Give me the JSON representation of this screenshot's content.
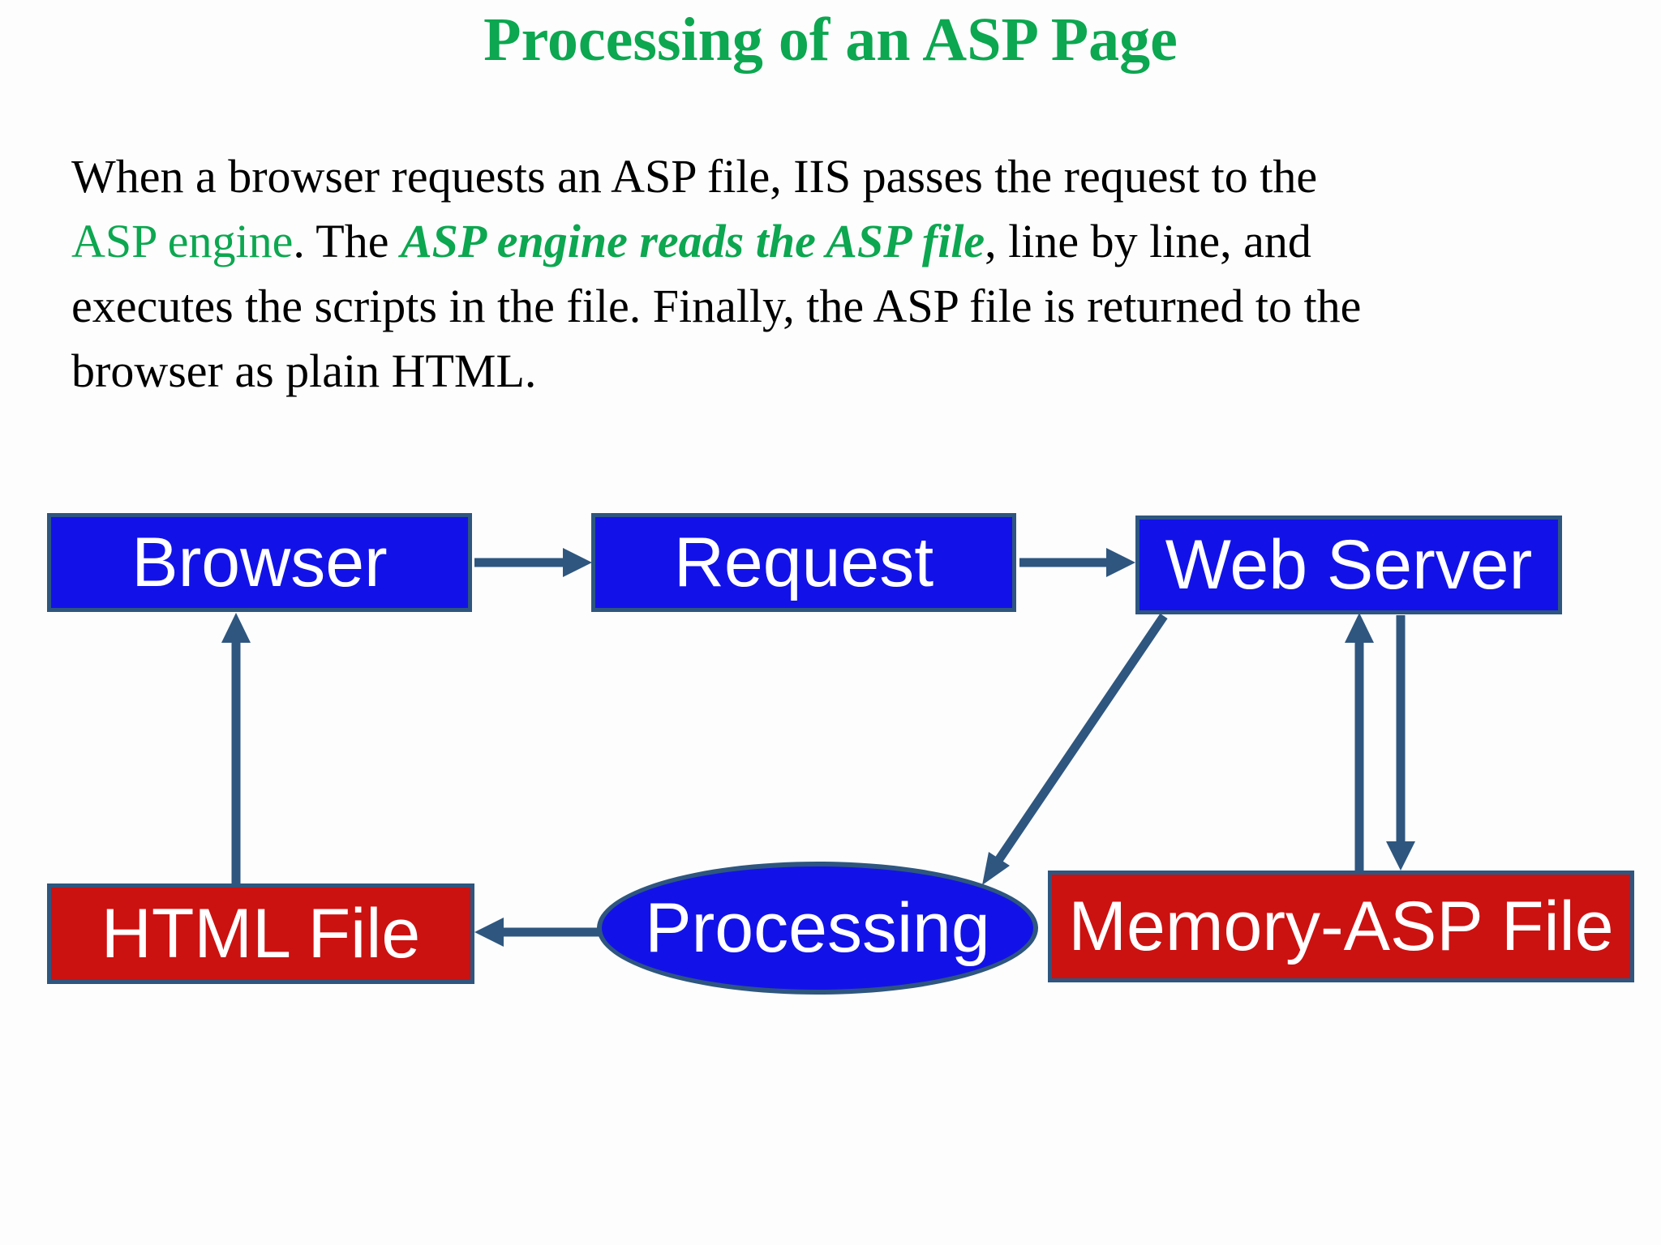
{
  "title": "Processing of an ASP Page",
  "paragraph": {
    "line1": "When a browser requests an ASP file, IIS passes the request to the",
    "line2_green": "ASP engine",
    "line2_mid": ". The ",
    "line2_emphasis": "ASP engine reads the ASP file",
    "line2_end": ", line by line, and",
    "line3": "executes the scripts in the file. Finally, the ASP file is returned to the",
    "line4": "browser as plain HTML."
  },
  "diagram": {
    "nodes": {
      "browser": {
        "label": "Browser",
        "shape": "rect",
        "fill": "blue"
      },
      "request": {
        "label": "Request",
        "shape": "rect",
        "fill": "blue"
      },
      "web_server": {
        "label": "Web Server",
        "shape": "rect",
        "fill": "blue"
      },
      "html_file": {
        "label": "HTML File",
        "shape": "rect",
        "fill": "red"
      },
      "processing": {
        "label": "Processing",
        "shape": "ellipse",
        "fill": "blue"
      },
      "memory_asp_file": {
        "label": "Memory-ASP File",
        "shape": "rect",
        "fill": "red"
      }
    },
    "edges": [
      {
        "from": "Browser",
        "to": "Request"
      },
      {
        "from": "Request",
        "to": "Web Server"
      },
      {
        "from": "Web Server",
        "to": "Processing"
      },
      {
        "from": "Memory-ASP File",
        "to": "Web Server"
      },
      {
        "from": "Web Server",
        "to": "Memory-ASP File"
      },
      {
        "from": "Processing",
        "to": "HTML File"
      },
      {
        "from": "HTML File",
        "to": "Browser"
      }
    ]
  },
  "colors": {
    "title_green": "#0CA750",
    "box_blue": "#1212E8",
    "box_red": "#CC1111",
    "arrow_navy": "#2E567F",
    "node_text": "#FFFFFF",
    "body_text": "#000000"
  }
}
